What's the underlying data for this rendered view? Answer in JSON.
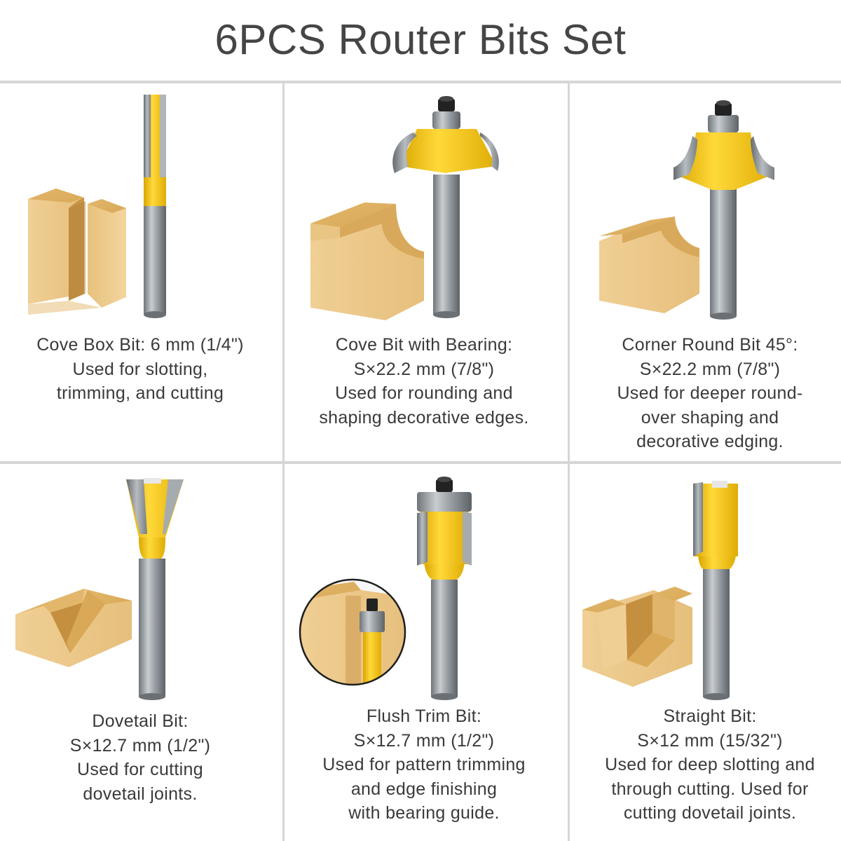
{
  "page": {
    "title": "6PCS Router Bits Set"
  },
  "colors": {
    "bit_yellow": "#f2c10f",
    "shank_gray": "#8e9499",
    "wood": "#e7c387",
    "divider": "#d6d6d6"
  },
  "cells": [
    {
      "icon": "cove-box-bit-icon",
      "lines": [
        "Cove Box Bit: 6 mm (1/4\")",
        "Used for slotting,",
        "trimming, and cutting"
      ]
    },
    {
      "icon": "cove-bit-with-bearing-icon",
      "lines": [
        "Cove Bit with Bearing:",
        "S×22.2 mm (7/8\")",
        "Used for rounding and",
        "shaping decorative edges."
      ]
    },
    {
      "icon": "corner-round-bit-icon",
      "lines": [
        "Corner Round Bit 45°:",
        "S×22.2 mm (7/8\")",
        "Used for deeper round-",
        "over shaping and",
        "decorative edging."
      ]
    },
    {
      "icon": "dovetail-bit-icon",
      "lines": [
        "Dovetail Bit:",
        "S×12.7 mm (1/2\")",
        "Used for cutting",
        "dovetail joints."
      ]
    },
    {
      "icon": "flush-trim-bit-icon",
      "lines": [
        "Flush Trim Bit:",
        "S×12.7 mm (1/2\")",
        "Used for pattern trimming",
        "and edge finishing",
        "with bearing guide."
      ]
    },
    {
      "icon": "straight-bit-icon",
      "lines": [
        "Straight Bit:",
        "S×12 mm (15/32\")",
        "Used for deep slotting and",
        "through cutting. Used for",
        "cutting dovetail joints."
      ]
    }
  ]
}
